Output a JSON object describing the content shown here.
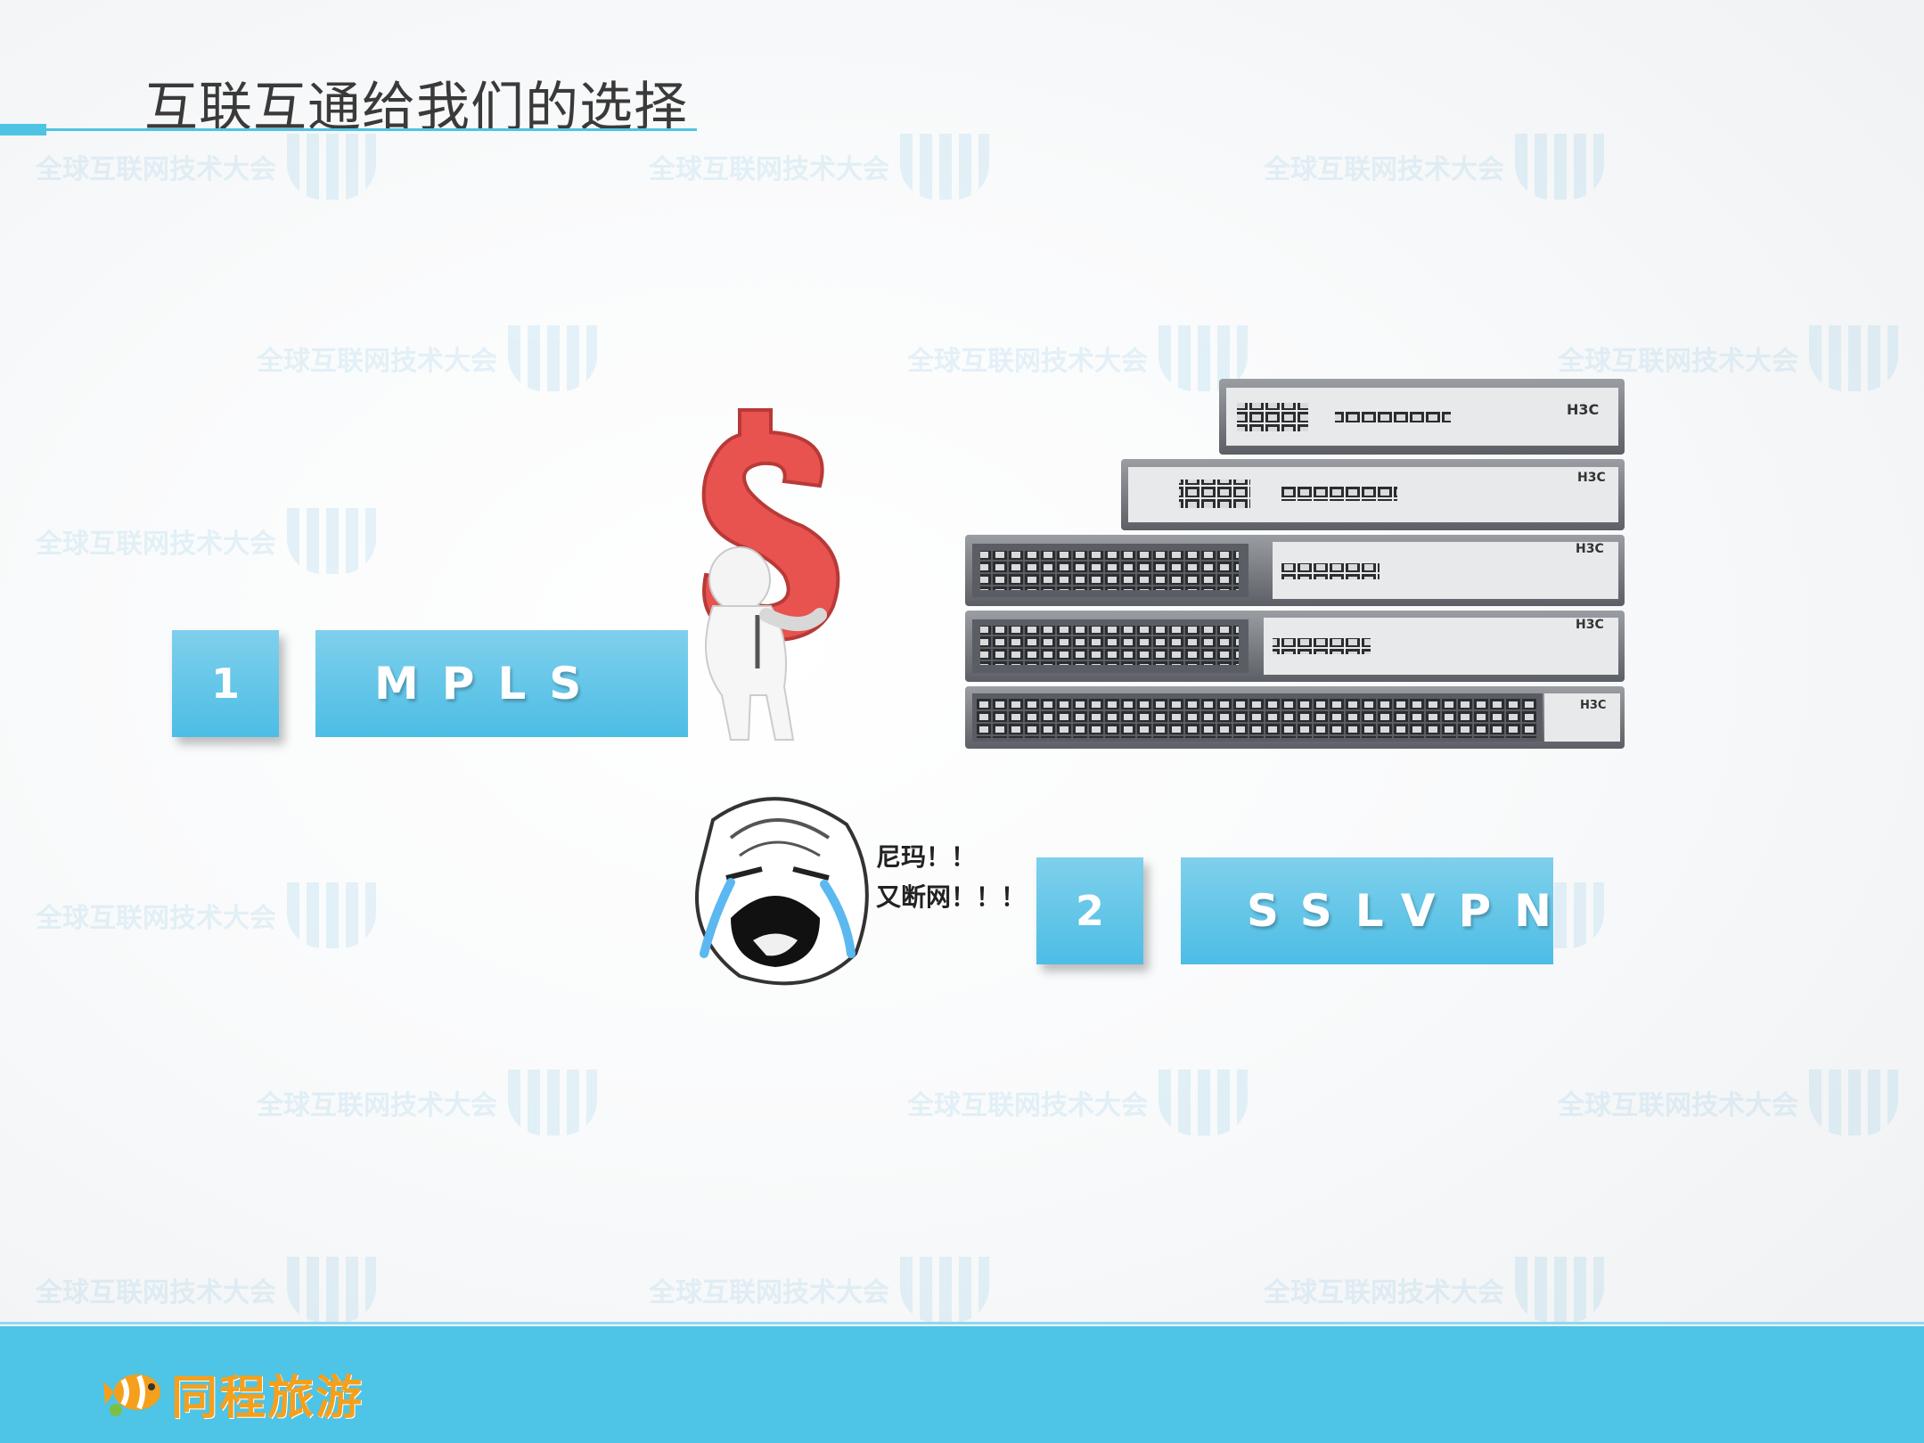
{
  "slide": {
    "title": "互联互通给我们的选择",
    "watermark_text": "全球互联网技术大会"
  },
  "options": [
    {
      "number": "1",
      "label": "MPLS"
    },
    {
      "number": "2",
      "label": "SSLVPN"
    }
  ],
  "switch_brand": "H3C",
  "rage_face": {
    "line1": "尼玛！！",
    "line2": "又断网！！！"
  },
  "footer": {
    "logo_text": "同程旅游"
  },
  "colors": {
    "accent": "#4ec4e6",
    "logo": "#f4a01c",
    "dollar": "#e8524f"
  }
}
